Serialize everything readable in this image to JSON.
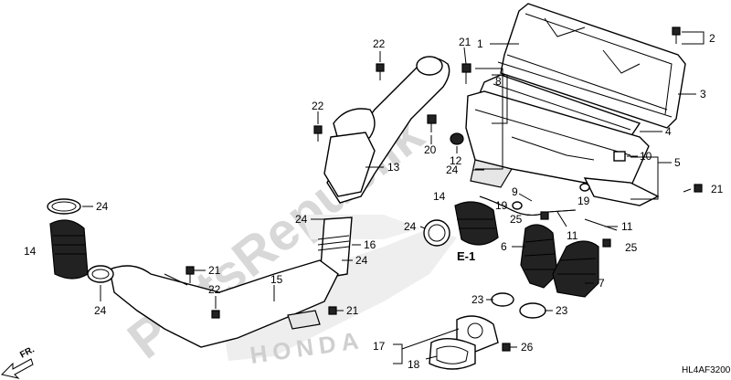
{
  "watermark": "PartsRepublik",
  "diagram_code": "HL4AF3200",
  "front_arrow_label": "FR.",
  "reference_label": "E-1",
  "brand_mark": "HONDA",
  "callouts": {
    "c1": "1",
    "c2": "2",
    "c3": "3",
    "c4": "4",
    "c5": "5",
    "c6": "6",
    "c7": "7",
    "c8": "8",
    "c9": "9",
    "c10": "10",
    "c11a": "11",
    "c11b": "11",
    "c12": "12",
    "c13": "13",
    "c14a": "14",
    "c14b": "14",
    "c15": "15",
    "c16": "16",
    "c17": "17",
    "c18": "18",
    "c19a": "19",
    "c19b": "19",
    "c20": "20",
    "c21a": "21",
    "c21b": "21",
    "c21c": "21",
    "c21d": "21",
    "c22a": "22",
    "c22b": "22",
    "c22c": "22",
    "c23a": "23",
    "c23b": "23",
    "c24a": "24",
    "c24b": "24",
    "c24c": "24",
    "c24d": "24",
    "c24e": "24",
    "c24f": "24",
    "c25a": "25",
    "c25b": "25",
    "c26": "26"
  }
}
